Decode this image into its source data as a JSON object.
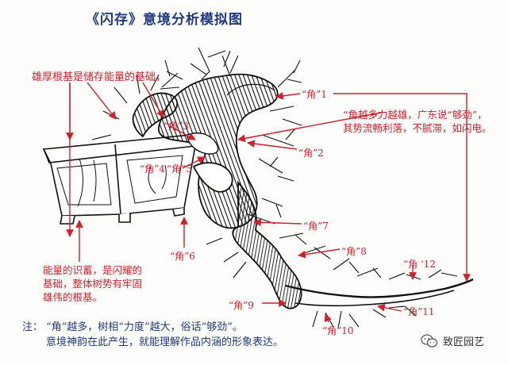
{
  "title": "《闪存》意境分析模拟图",
  "annotations": {
    "top_left": "雄厚根基是储存能量的基础，",
    "right": "“角越多力越雄，广东说“够劲”，其势流畅利落，不腻滞，如闪电。",
    "left_bottom": "能量的识蓄，是闪耀的基础，整体树势有牢固雄伟的根基。"
  },
  "jiao_labels": [
    {
      "id": "j1",
      "text": "“角”1"
    },
    {
      "id": "j2",
      "text": "“角”2"
    },
    {
      "id": "j3",
      "text": "“角”3"
    },
    {
      "id": "j4",
      "text": "“角”4"
    },
    {
      "id": "j5",
      "text": "“角”5"
    },
    {
      "id": "j6",
      "text": "“角”6"
    },
    {
      "id": "j7",
      "text": "“角”7"
    },
    {
      "id": "j8",
      "text": "“角”8"
    },
    {
      "id": "j9",
      "text": "“角”9"
    },
    {
      "id": "j10",
      "text": "“角”10"
    },
    {
      "id": "j11",
      "text": "“角”11"
    },
    {
      "id": "j12",
      "text": "“角 ‘12"
    }
  ],
  "footnote": {
    "prefix": "注：",
    "line1": "“角”越多，树相“力度”越大，俗话“够劲”。",
    "line2": "意境神韵在此产生，就能理解作品内涵的形象表达。"
  },
  "watermark": {
    "text": "致匠园艺",
    "icon": "wechat-icon"
  },
  "colors": {
    "annotation": "#d0202a",
    "title": "#1e3a82",
    "ink": "#111111"
  }
}
